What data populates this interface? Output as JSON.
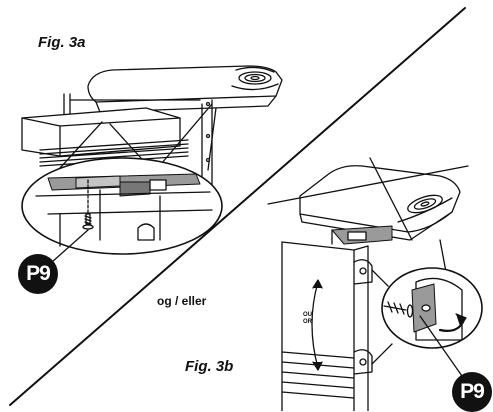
{
  "figures": {
    "fig_a_label": "Fig. 3a",
    "fig_b_label": "Fig. 3b",
    "connector_text": "og / eller"
  },
  "parts": {
    "screw_badge_a": "P9",
    "screw_badge_b": "P9",
    "arrow_text_top": "OU",
    "arrow_text_bottom": "OR"
  },
  "colors": {
    "ink": "#111111",
    "background": "#ffffff",
    "plate_gray": "#9a9a9a"
  }
}
